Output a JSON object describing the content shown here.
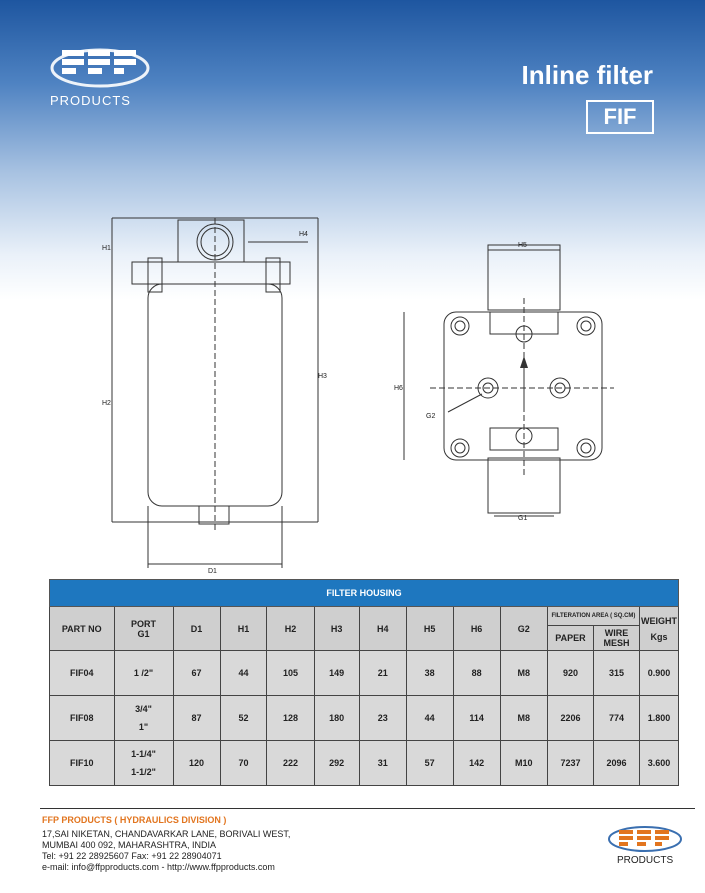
{
  "brand": {
    "logo_text": "PRODUCTS"
  },
  "header": {
    "title": "Inline filter",
    "model": "FIF"
  },
  "drawing": {
    "side_labels": [
      "H1",
      "H4",
      "H2",
      "H3",
      "D1"
    ],
    "top_labels": [
      "H5",
      "H6",
      "G2",
      "G1"
    ]
  },
  "table": {
    "caption": "FILTER HOUSING",
    "headers": {
      "part_no": "PART NO",
      "port_line1": "PORT",
      "port_line2": "G1",
      "d1": "D1",
      "h1": "H1",
      "h2": "H2",
      "h3": "H3",
      "h4": "H4",
      "h5": "H5",
      "h6": "H6",
      "g2": "G2",
      "filtration_area": "FILTERATION AREA ( SQ.CM)",
      "paper": "PAPER",
      "wire_mesh_line1": "WIRE",
      "wire_mesh_line2": "MESH",
      "weight_line1": "WEIGHT",
      "weight_line2": "Kgs"
    },
    "rows": [
      {
        "part": "FIF04",
        "port1": "1 /2\"",
        "port2": "",
        "d1": "67",
        "h1": "44",
        "h2": "105",
        "h3": "149",
        "h4": "21",
        "h5": "38",
        "h6": "88",
        "g2": "M8",
        "paper": "920",
        "mesh": "315",
        "weight": "0.900"
      },
      {
        "part": "FIF08",
        "port1": "3/4\"",
        "port2": "1\"",
        "d1": "87",
        "h1": "52",
        "h2": "128",
        "h3": "180",
        "h4": "23",
        "h5": "44",
        "h6": "114",
        "g2": "M8",
        "paper": "2206",
        "mesh": "774",
        "weight": "1.800"
      },
      {
        "part": "FIF10",
        "port1": "1-1/4\"",
        "port2": "1-1/2\"",
        "d1": "120",
        "h1": "70",
        "h2": "222",
        "h3": "292",
        "h4": "31",
        "h5": "57",
        "h6": "142",
        "g2": "M10",
        "paper": "7237",
        "mesh": "2096",
        "weight": "3.600"
      }
    ]
  },
  "footer": {
    "company": "FFP PRODUCTS ( HYDRAULICS DIVISION )",
    "address1": "17,SAI NIKETAN, CHANDAVARKAR LANE, BORIVALI WEST,",
    "address2": "MUMBAI 400 092, MAHARASHTRA, INDIA",
    "phone": "Tel: +91 22 28925607 Fax: +91 22 28904071",
    "email": "e-mail: info@ffpproducts.com - http://www.ffpproducts.com",
    "logo_text": "PRODUCTS"
  },
  "colors": {
    "banner": "#1e56a0",
    "table_caption": "#1e77bf",
    "footer_company": "#e2751f"
  }
}
